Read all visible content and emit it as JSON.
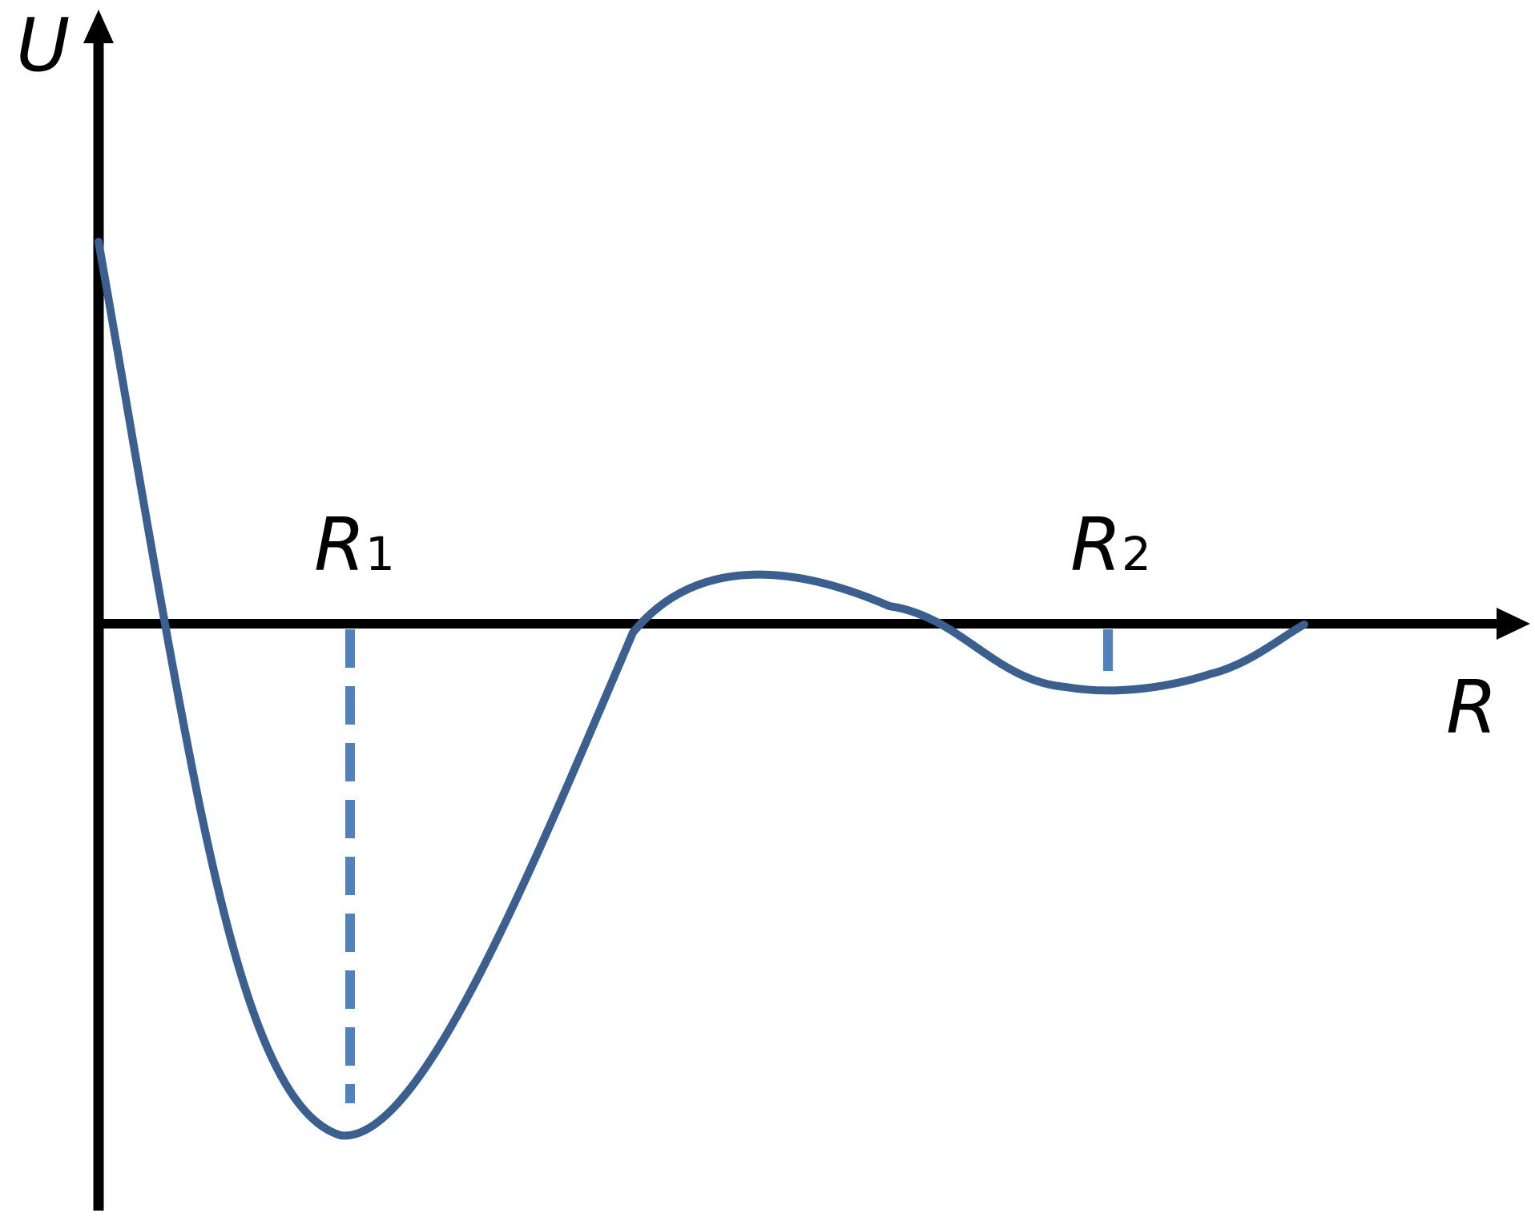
{
  "axes": {
    "y_label": "U",
    "x_label": "R"
  },
  "markers": [
    {
      "label": "R",
      "subscript": "1"
    },
    {
      "label": "R",
      "subscript": "2"
    }
  ],
  "colors": {
    "axis": "#000000",
    "curve": "#3B5F8F",
    "marker": "#5282BE"
  }
}
